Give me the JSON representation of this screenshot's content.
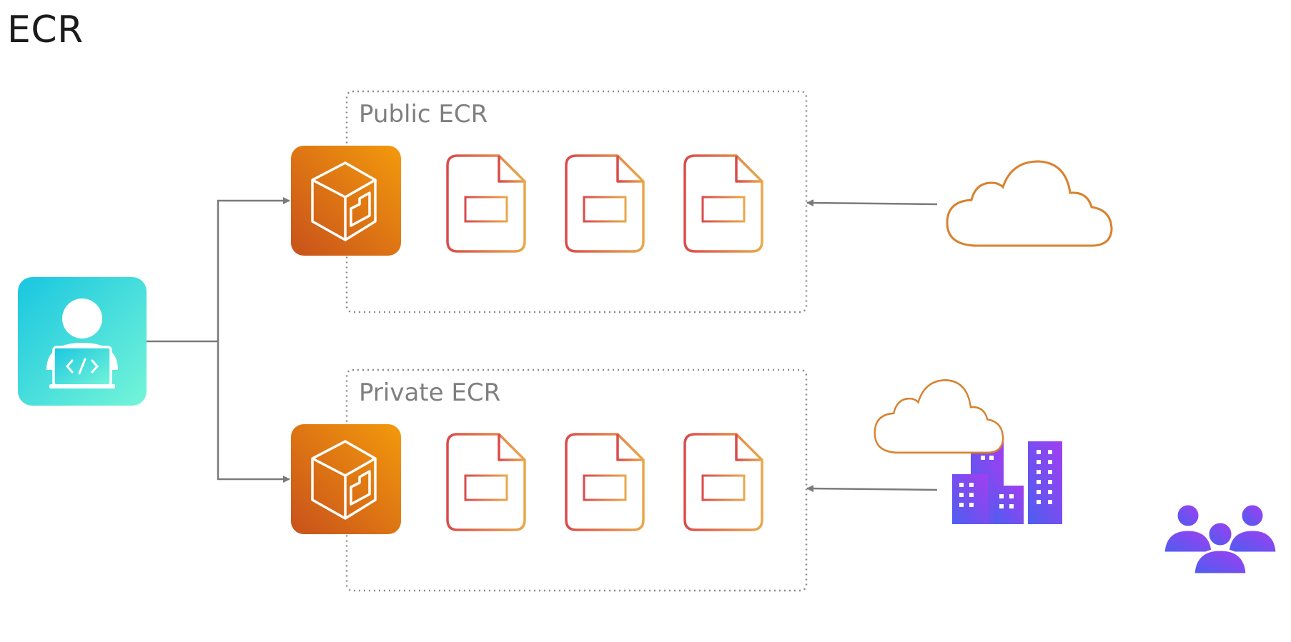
{
  "title": "ECR",
  "groups": {
    "public": {
      "label": "Public ECR"
    },
    "private": {
      "label": "Private ECR"
    }
  },
  "icons": {
    "developer": "developer-laptop-icon",
    "registry": "ecr-registry-icon",
    "image": "container-image-icon",
    "cloud": "cloud-icon",
    "buildings": "corporate-buildings-icon",
    "users": "users-group-icon"
  },
  "colors": {
    "registry_gradient": [
      "#c8511b",
      "#f0960c"
    ],
    "image_gradient": [
      "#d94b4b",
      "#e8a84b"
    ],
    "developer_gradient": [
      "#1ec9df",
      "#6ff2d9"
    ],
    "cloud_stroke": "#d9812e",
    "org_gradient": [
      "#4e57f0",
      "#9b3ff0"
    ],
    "connector": "#7a7a7a",
    "group_border": "#8a8a8a"
  }
}
